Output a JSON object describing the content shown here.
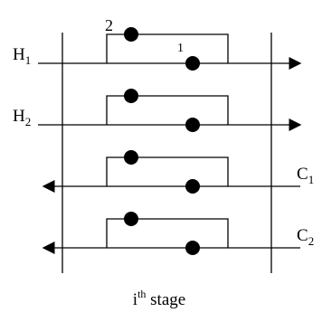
{
  "diagram": {
    "stage_label": {
      "prefix": "i",
      "sup": "th",
      "suffix": " stage"
    },
    "streams": [
      {
        "name": "H",
        "sub": "1",
        "direction": "right",
        "node_labels": [
          "2",
          "1"
        ]
      },
      {
        "name": "H",
        "sub": "2",
        "direction": "right",
        "node_labels": [
          "",
          ""
        ]
      },
      {
        "name": "C",
        "sub": "1",
        "direction": "left",
        "node_labels": [
          "",
          ""
        ]
      },
      {
        "name": "C",
        "sub": "2",
        "direction": "left",
        "node_labels": [
          "",
          ""
        ]
      }
    ]
  }
}
